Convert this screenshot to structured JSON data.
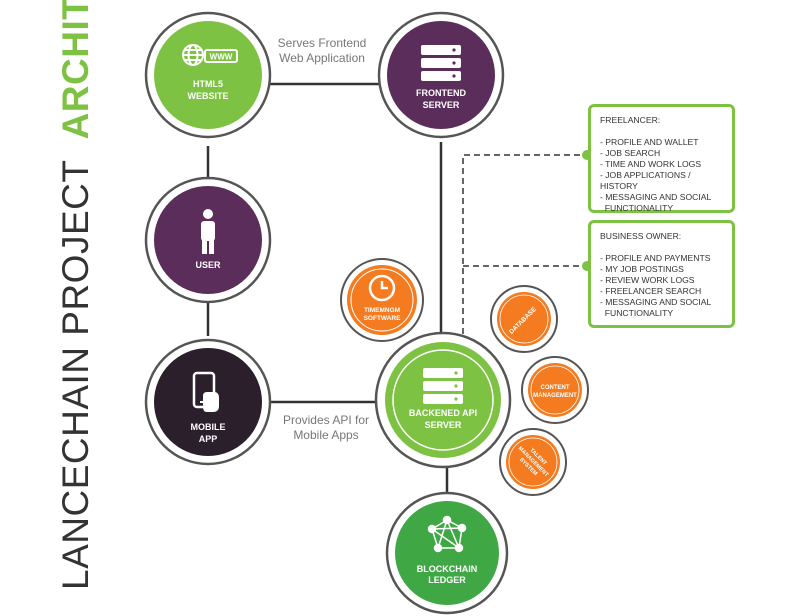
{
  "title": {
    "part1": "LANCECHAIN PROJECT",
    "part2": "ARCHITECTURE"
  },
  "nodes": {
    "html5": {
      "line1": "HTML5",
      "line2": "WEBSITE",
      "icon": "www-globe-icon"
    },
    "frontend": {
      "line1": "FRONTEND",
      "line2": "SERVER",
      "icon": "server-icon"
    },
    "user": {
      "line1": "USER",
      "icon": "person-icon"
    },
    "mobile": {
      "line1": "MOBILE",
      "line2": "APP",
      "icon": "smartphone-tap-icon"
    },
    "backend": {
      "line1": "BACKENED API",
      "line2": "SERVER",
      "icon": "server-icon"
    },
    "blockchain": {
      "line1": "BLOCKCHAIN",
      "line2": "LEDGER",
      "icon": "network-icon"
    },
    "timemngm": {
      "line1": "TIMEMNGM",
      "line2": "SOFTWARE",
      "icon": "clock-icon"
    },
    "database": {
      "line1": "DATABASE"
    },
    "content": {
      "line1": "CONTENT",
      "line2": "MANAGEMENT"
    },
    "talent": {
      "line1": "TALENT",
      "line2": "MANAGEMENT",
      "line3": "SYSTEM"
    }
  },
  "edges": {
    "serves": {
      "line1": "Serves Frontend",
      "line2": "Web Application"
    },
    "provides": {
      "line1": "Provides API for",
      "line2": "Mobile Apps"
    }
  },
  "freelancer": {
    "title": "FREELANCER:",
    "items": [
      "- PROFILE AND WALLET",
      "- JOB SEARCH",
      "- TIME AND WORK LOGS",
      "- JOB APPLICATIONS / HISTORY",
      "- MESSAGING AND SOCIAL",
      "  FUNCTIONALITY"
    ]
  },
  "business_owner": {
    "title": "BUSINESS OWNER:",
    "items": [
      "- PROFILE AND PAYMENTS",
      "- MY JOB POSTINGS",
      "- REVIEW WORK LOGS",
      "- FREELANCER SEARCH",
      "- MESSAGING AND SOCIAL",
      "  FUNCTIONALITY"
    ]
  },
  "colors": {
    "green": "#7dc243",
    "purple": "#5b2d5a",
    "dark": "#2b1f2b",
    "orange": "#f47b20",
    "connector": "#333333",
    "arc": "#555555"
  }
}
